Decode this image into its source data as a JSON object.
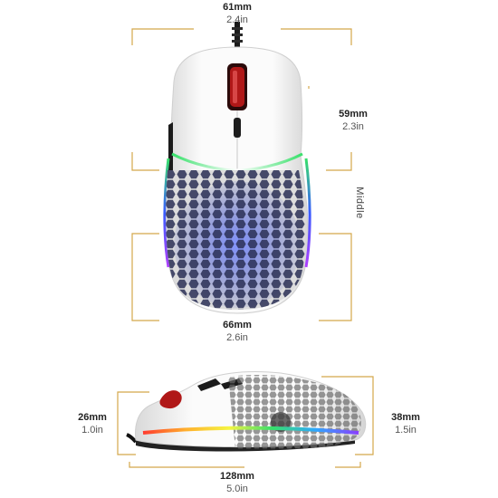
{
  "colors": {
    "gold": "#d4a84b",
    "body": "#f4f4f4",
    "button_red": "#b01818",
    "rgb_green": "#37e06a",
    "rgb_blue": "#3a5cff"
  },
  "top_view": {
    "width_top": {
      "mm": "61mm",
      "in": "2.4in"
    },
    "length_front": {
      "mm": "59mm",
      "in": "2.3in"
    },
    "grip_label": "Middle",
    "width_bottom": {
      "mm": "66mm",
      "in": "2.6in"
    }
  },
  "side_view": {
    "height_front": {
      "mm": "26mm",
      "in": "1.0in"
    },
    "height_rear": {
      "mm": "38mm",
      "in": "1.5in"
    },
    "length_total": {
      "mm": "128mm",
      "in": "5.0in"
    }
  }
}
